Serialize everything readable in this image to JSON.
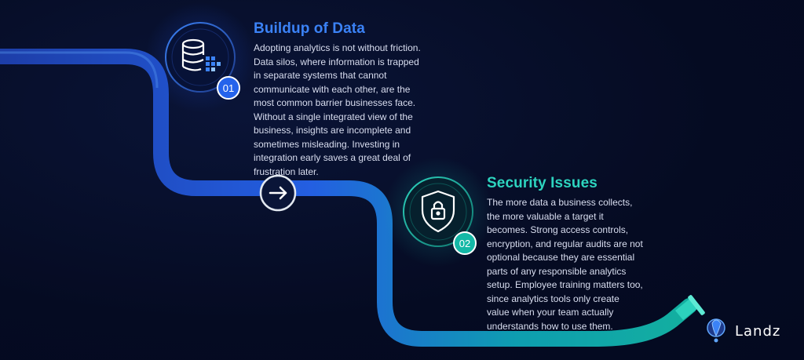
{
  "steps": [
    {
      "number": "01",
      "icon": "database-icon",
      "title": "Buildup of Data",
      "body": "Adopting analytics is not without friction. Data silos, where information is trapped in separate systems that cannot communicate with each other, are the most common barrier businesses face. Without a single integrated view of the business, insights are incomplete and sometimes misleading. Investing in integration early saves a great deal of frustration later."
    },
    {
      "number": "02",
      "icon": "shield-lock-icon",
      "title": "Security Issues",
      "body": "The more data a business collects, the more valuable a target it becomes. Strong access controls, encryption, and regular audits are not optional because they are essential parts of any responsible analytics setup. Employee training matters too, since analytics tools only create value when your team actually understands how to use them."
    }
  ],
  "arrow_icon": "arrow-right-icon",
  "brand": {
    "name": "Landz",
    "logo_icon": "landz-logo-icon"
  },
  "colors": {
    "background": "#050b22",
    "path_start": "#1d4ed8",
    "path_end": "#14b8a6",
    "title_1": "#3b82f6",
    "title_2": "#2dd4bf"
  }
}
